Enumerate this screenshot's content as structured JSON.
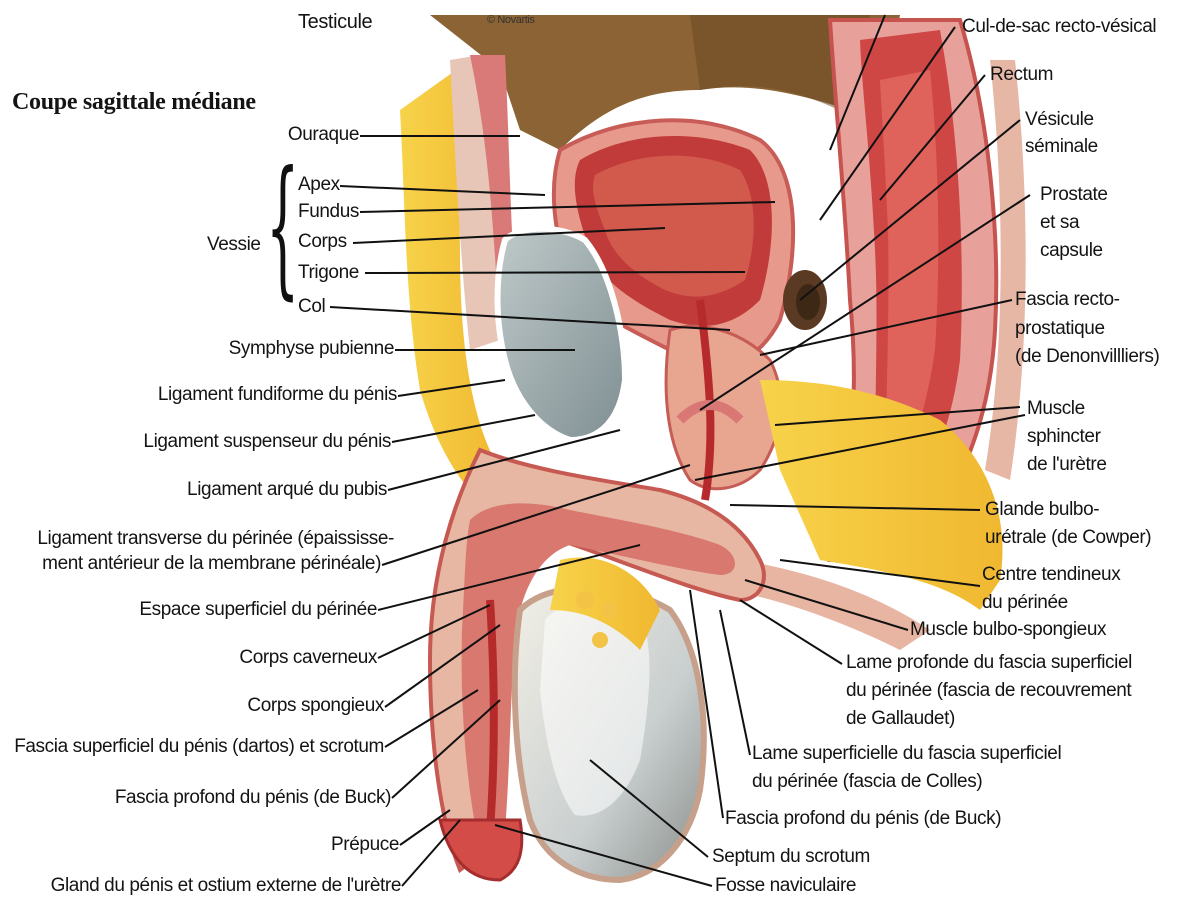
{
  "header": {
    "title": "Coupe sagittale médiane",
    "credit": "© Novartis",
    "top_fragment": "Testicule"
  },
  "group": {
    "name": "Vessie",
    "parts": [
      "Apex",
      "Fundus",
      "Corps",
      "Trigone",
      "Col"
    ]
  },
  "labels_left": [
    "Ouraque",
    "Symphyse pubienne",
    "Ligament fundiforme du pénis",
    "Ligament suspenseur du pénis",
    "Ligament arqué du pubis",
    "Ligament transverse du périnée (épaississe-",
    "ment antérieur de la membrane périnéale)",
    "Espace superficiel du périnée",
    "Corps caverneux",
    "Corps spongieux",
    "Fascia superficiel du pénis (dartos) et scrotum",
    "Fascia profond du pénis (de Buck)",
    "Prépuce",
    "Gland du pénis et ostium externe de l'urètre"
  ],
  "labels_right": [
    "Cul-de-sac recto-vésical",
    "Rectum",
    "Vésicule",
    "séminale",
    "Prostate",
    "et sa",
    "capsule",
    "Fascia recto-",
    "prostatique",
    "(de Denonvillliers)",
    "Muscle",
    "sphincter",
    "de l'urètre",
    "Glande bulbo-",
    "urétrale (de Cowper)",
    "Centre tendineux",
    "du périnée",
    "Muscle bulbo-spongieux",
    "Lame profonde du fascia superficiel",
    "du périnée (fascia de recouvrement",
    "de Gallaudet)"
  ],
  "labels_bottom": [
    "Lame superficielle du fascia superficiel",
    "du périnée (fascia de Colles)",
    "Fascia profond du pénis (de Buck)",
    "Septum du scrotum",
    "Fosse naviculaire"
  ]
}
